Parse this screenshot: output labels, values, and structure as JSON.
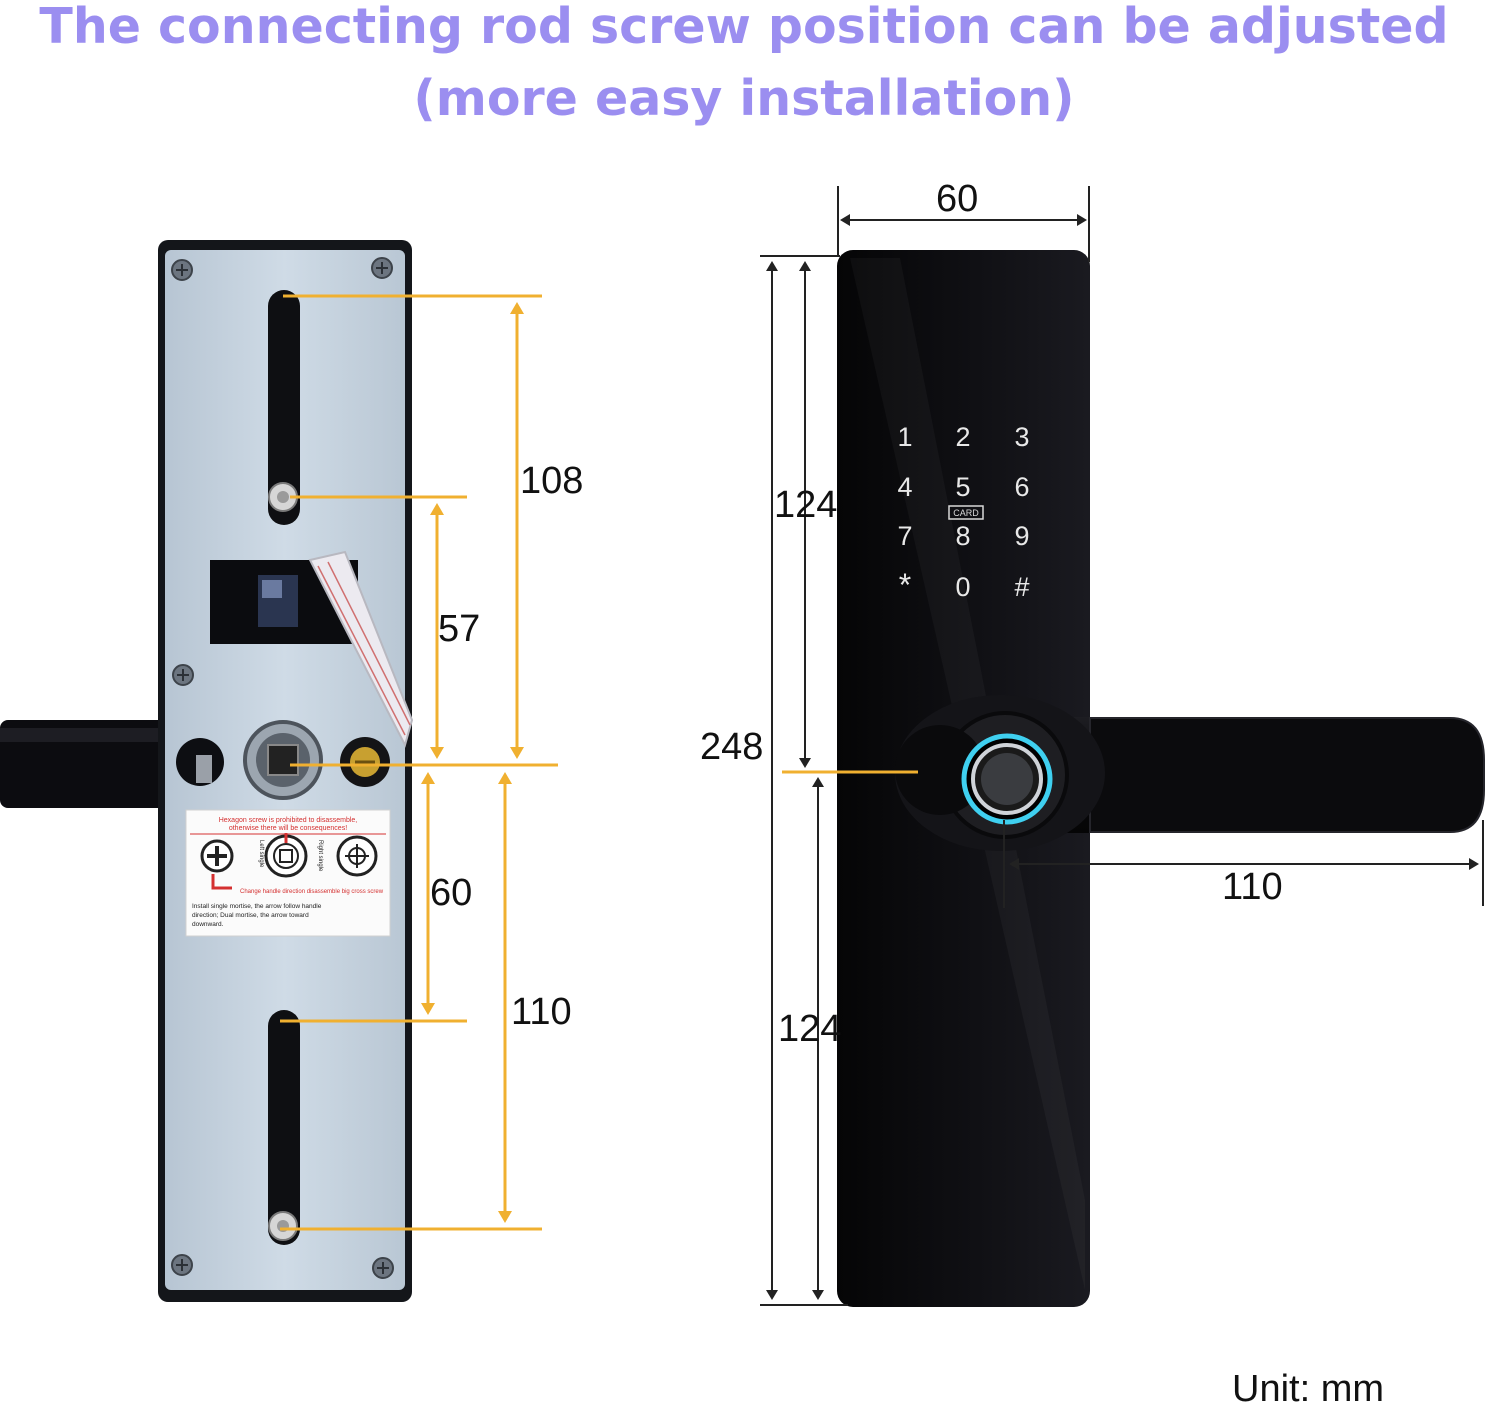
{
  "title": {
    "line1": "The connecting rod screw position can be adjusted",
    "line2": "(more easy installation)"
  },
  "left_view": {
    "dims": {
      "d108": "108",
      "d57": "57",
      "d60": "60",
      "d110": "110"
    },
    "sticker": {
      "line1": "Hexagon screw is prohibited to disassemble,",
      "line2": "otherwise there will be consequences!",
      "line3": "Change handle direction disassemble big cross screw",
      "line4": "Install single mortise, the arrow follow handle",
      "line5": "direction; Dual mortise, the arrow toward",
      "line6": "downward.",
      "left_single": "Left single",
      "right_single": "Right single"
    }
  },
  "right_view": {
    "dims": {
      "width": "60",
      "upper": "124",
      "total": "248",
      "lower": "124",
      "handle": "110"
    },
    "keypad": {
      "keys": [
        "1",
        "2",
        "3",
        "4",
        "5",
        "6",
        "7",
        "8",
        "9",
        "*",
        "0",
        "#"
      ],
      "card_label": "CARD"
    }
  },
  "unit": "Unit: mm",
  "colors": {
    "title": "#9b8ef0",
    "dimension_line": "#f0b030",
    "plate": "#c5d3e0",
    "lock_body": "#0a0a0c",
    "fingerprint_ring": "#3fd0f0"
  }
}
